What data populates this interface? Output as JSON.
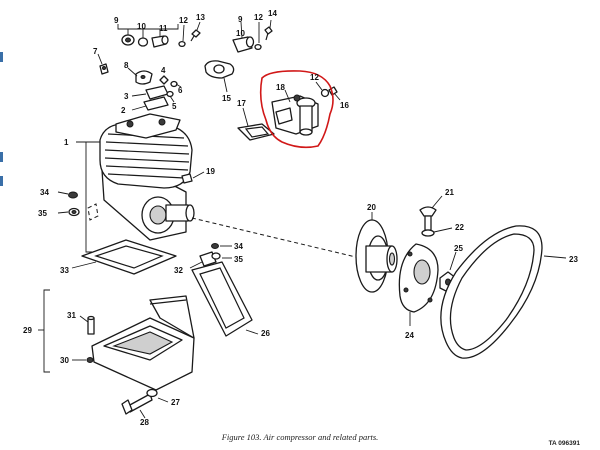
{
  "figure": {
    "caption": "Figure 103.  Air compressor and related parts.",
    "ta_code": "TA 096391"
  },
  "callouts": {
    "c1": "1",
    "c2": "2",
    "c3": "3",
    "c4": "4",
    "c5": "5",
    "c6": "6",
    "c7": "7",
    "c8": "8",
    "c9a": "9",
    "c9b": "9",
    "c10a": "10",
    "c10b": "10",
    "c11": "11",
    "c12a": "12",
    "c12b": "12",
    "c12c": "12",
    "c13": "13",
    "c14": "14",
    "c15": "15",
    "c16": "16",
    "c17": "17",
    "c18": "18",
    "c19": "19",
    "c20": "20",
    "c21": "21",
    "c22": "22",
    "c23": "23",
    "c24": "24",
    "c25": "25",
    "c26": "26",
    "c27": "27",
    "c28": "28",
    "c29": "29",
    "c30": "30",
    "c31": "31",
    "c32": "32",
    "c33": "33",
    "c34a": "34",
    "c34b": "34",
    "c35a": "35",
    "c35b": "35"
  },
  "colors": {
    "ink": "#1a1a1a",
    "highlight": "#d11818",
    "edge_mark": "#3a6fa8"
  }
}
